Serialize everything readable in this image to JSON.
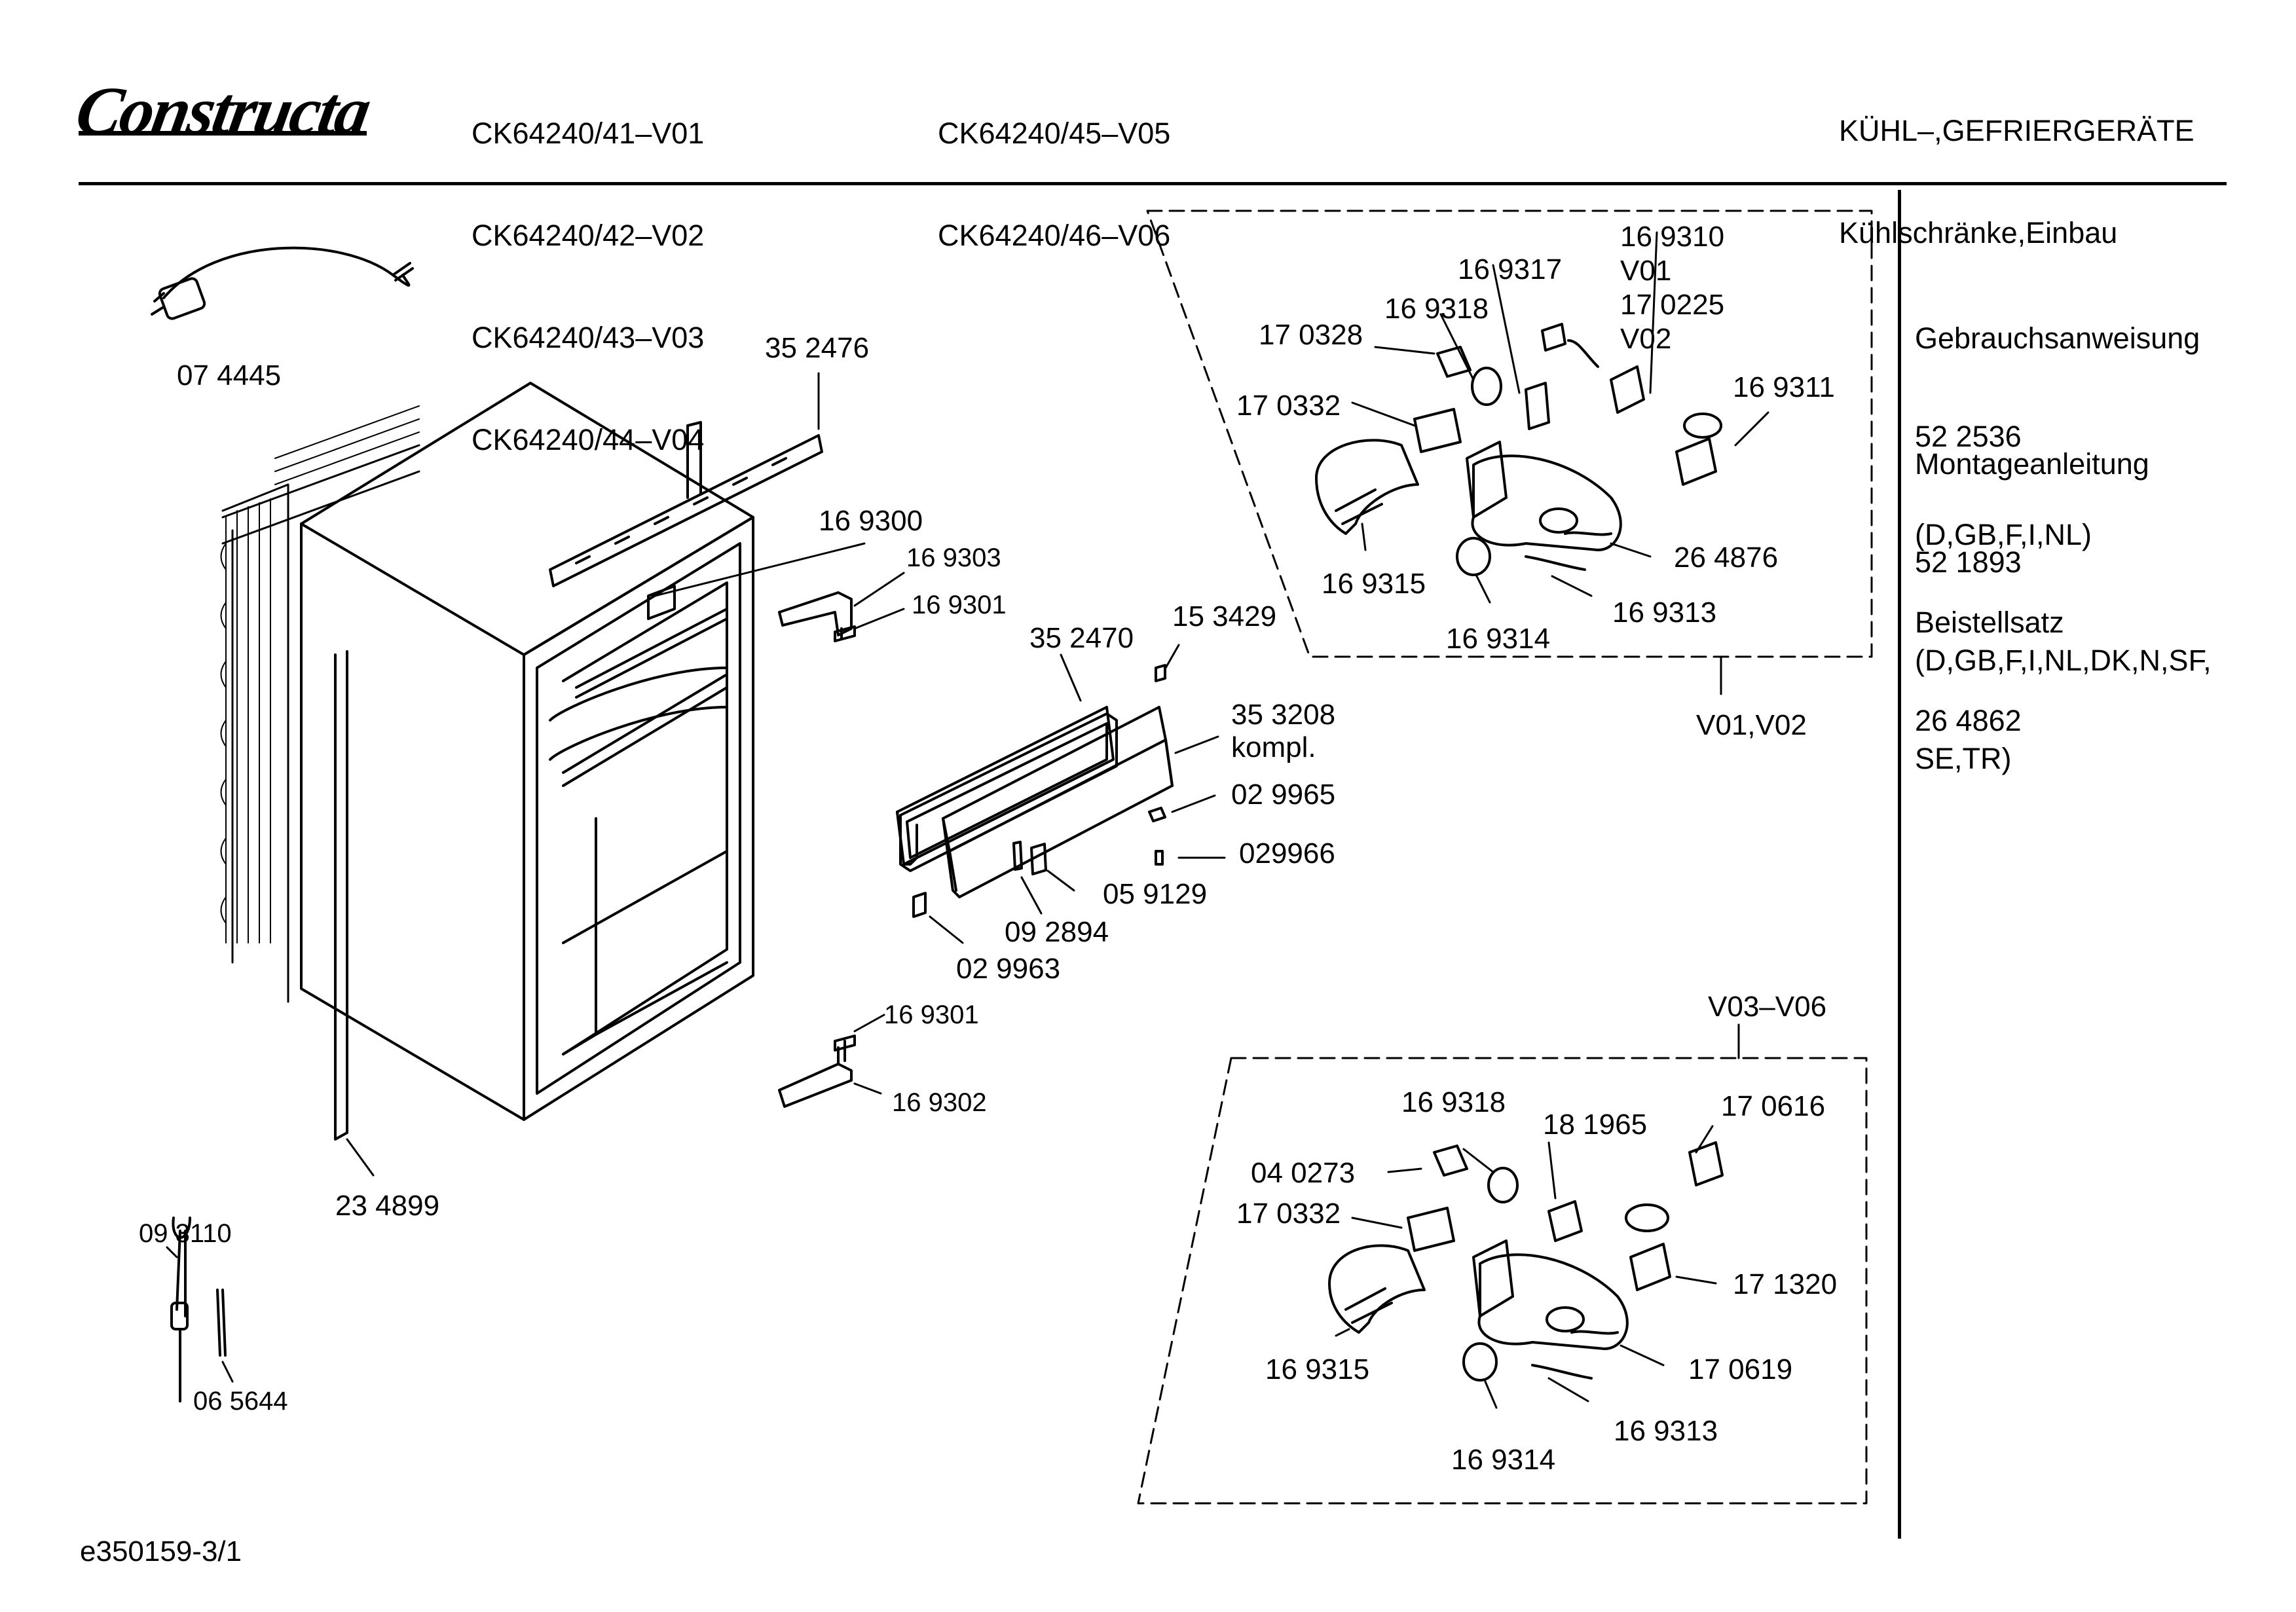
{
  "header": {
    "brand": "Constructa",
    "models_col1": [
      "CK64240/41–V01",
      "CK64240/42–V02",
      "CK64240/43–V03",
      "CK64240/44–V04"
    ],
    "models_col2": [
      "CK64240/45–V05",
      "CK64240/46–V06"
    ],
    "category_line1": "KÜHL–,GEFRIERGERÄTE",
    "category_line2": "Kühlschränke,Einbau"
  },
  "sidebar": {
    "manual_title": "Gebrauchsanweisung",
    "manual_number": "52 2536",
    "manual_langs": "(D,GB,F,I,NL)",
    "install_title": "Montageanleitung",
    "install_number": "52 1893",
    "install_langs_1": "(D,GB,F,I,NL,DK,N,SF,",
    "install_langs_2": "SE,TR)",
    "kit_title": "Beistellsatz",
    "kit_number": "26 4862"
  },
  "parts_main": {
    "p074445": "07 4445",
    "p352476": "35 2476",
    "p169300": "16 9300",
    "p169303": "16 9303",
    "p169301a": "16 9301",
    "p352470": "35 2470",
    "p153429": "15 3429",
    "p353208": "35 3208",
    "p353208b": "kompl.",
    "p029965": "02 9965",
    "p029966": "029966",
    "p059129": "05 9129",
    "p092894": "09 2894",
    "p029963": "02 9963",
    "p169301b": "16 9301",
    "p169302": "16 9302",
    "p234899": "23 4899",
    "p093110": "09 3110",
    "p065644": "06 5644"
  },
  "parts_v01": {
    "p169310": "16 9310",
    "v01": "V01",
    "p170225": "17 0225",
    "v02": "V02",
    "p169317": "16 9317",
    "p169318": "16 9318",
    "p170328": "17 0328",
    "p170332": "17 0332",
    "p169311": "16 9311",
    "p264876": "26 4876",
    "p169315": "16 9315",
    "p169313": "16 9313",
    "p169314": "16 9314",
    "variant": "V01,V02"
  },
  "parts_v03": {
    "variant": "V03–V06",
    "p169318": "16 9318",
    "p181965": "18 1965",
    "p170616": "17 0616",
    "p040273": "04 0273",
    "p170332": "17 0332",
    "p171320": "17 1320",
    "p169315": "16 9315",
    "p170619": "17 0619",
    "p169313": "16 9313",
    "p169314": "16 9314"
  },
  "footer": {
    "code": "e350159-3/1"
  }
}
